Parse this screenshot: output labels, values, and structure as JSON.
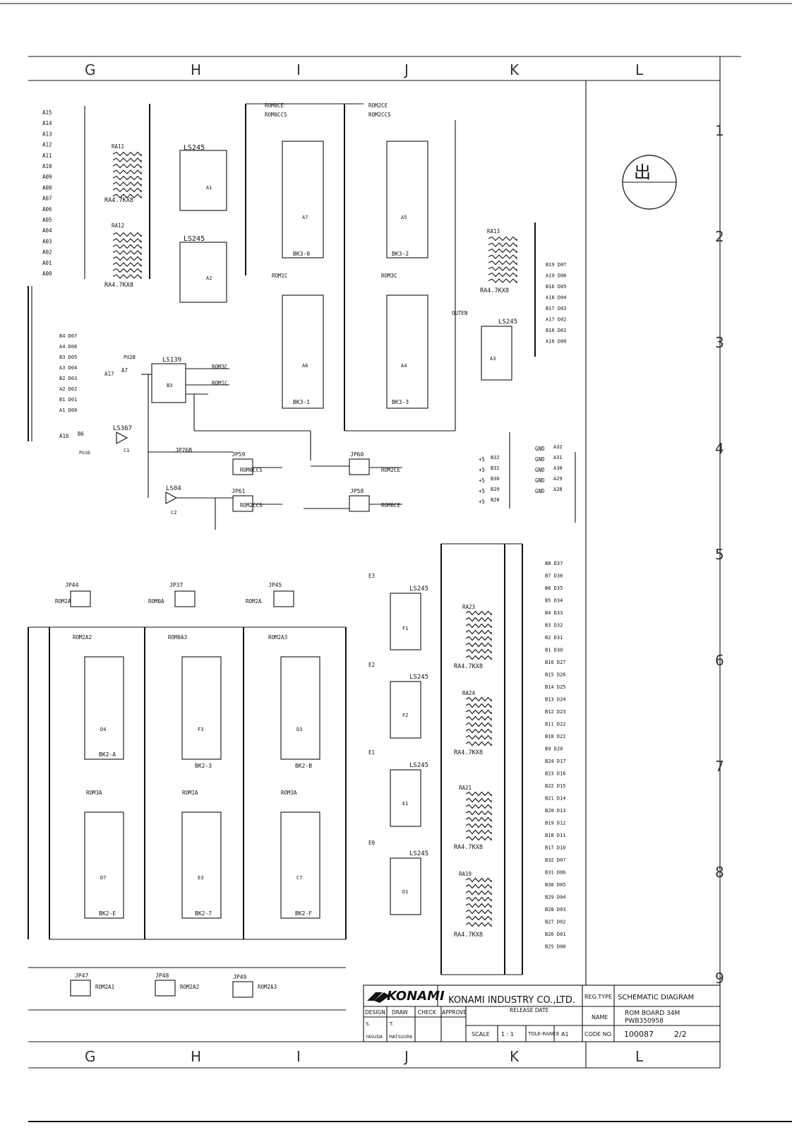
{
  "columns": [
    "G",
    "H",
    "I",
    "J",
    "K",
    "L"
  ],
  "rows": [
    "1",
    "2",
    "3",
    "4",
    "5",
    "6",
    "7",
    "8",
    "9"
  ],
  "components": {
    "ra11": "RA11",
    "ra12": "RA12",
    "ra13": "RA13",
    "ra4kx8": "RA4.7KX8",
    "ls245": "LS245",
    "ls139": "LS139",
    "ls367": "LS367",
    "ls04": "LS04",
    "a1": "A1",
    "a2": "A2",
    "a3": "A3",
    "b3": "B3",
    "c1": "C1",
    "c2": "C2",
    "f1": "F1",
    "f2": "F2",
    "e1": "E1",
    "d1": "D1",
    "a7": "A7",
    "a5": "A5",
    "a6": "A6",
    "a4": "A4",
    "d4": "D4",
    "f3": "F3",
    "d3": "D3",
    "d7": "D7",
    "e3": "E3",
    "c7": "C7",
    "bk3_0": "BK3-0",
    "bk3_2": "BK3-2",
    "bk3_1": "BK3-1",
    "bk3_3": "BK3-3",
    "bk2_a": "BK2-A",
    "bk2_3": "BK2-3",
    "bk2_b": "BK2-B",
    "bk2_e": "BK2-E",
    "bk2_7": "BK2-7",
    "bk2_f": "BK2-F",
    "ra23": "RA23",
    "ra24": "RA24",
    "ra21": "RA21",
    "ra19": "RA19",
    "pu2b": "PU2B",
    "pu1b": "PU1B"
  },
  "jumpers": [
    "JP59",
    "JP60",
    "JP61",
    "JP58",
    "JP76B",
    "JP44",
    "JP37",
    "JP45",
    "JP47",
    "JP48",
    "JP49"
  ],
  "net_labels": {
    "rom0ce": "ROM0CE",
    "rom0ccs": "ROM0CCS",
    "rom2ce": "ROM2CE",
    "rom2ccs": "ROM2CCS",
    "rom1c": "ROM1C",
    "rom3c": "ROM3C",
    "outen": "OUTEN",
    "rom2a": "ROM2A",
    "rom0a": "ROM0A",
    "rom2a2": "ROM2A2",
    "rom0a3": "ROM0A3",
    "rom2a3": "ROM2A3",
    "rom3a": "ROM3A",
    "rom1a": "ROM1A",
    "rom2a1": "ROM2A1",
    "e3": "E3",
    "e2": "E2",
    "e1": "E1",
    "e0": "E0",
    "a16": "A16",
    "a17": "A17",
    "b6": "B6",
    "a7p": "A7",
    "plus5": "+5",
    "gnd": "GND"
  },
  "left_address_pins": [
    "A15",
    "A14",
    "A13",
    "A12",
    "A11",
    "A10",
    "A09",
    "A08",
    "A07",
    "A06",
    "A05",
    "A04",
    "A03",
    "A02",
    "A01",
    "A00"
  ],
  "connector_p3_data_right": [
    "B19 D07",
    "A19 D06",
    "B16 D05",
    "A18 D04",
    "B17 D03",
    "A17 D02",
    "B16 D01",
    "A16 D00"
  ],
  "connector_p3_data_left": [
    "B4 D07",
    "A4 D06",
    "B3 D05",
    "A3 D04",
    "B2 D03",
    "A2 D02",
    "B1 D01",
    "A1 D00"
  ],
  "gnd_pins": [
    "A32",
    "A31",
    "A30",
    "A29",
    "A28"
  ],
  "plus5_pins": [
    "B32",
    "B31",
    "B30",
    "B29",
    "B28"
  ],
  "p4_pins": [
    "B8 D37",
    "B7 D36",
    "B6 D35",
    "B5 D34",
    "B4 D33",
    "B3 D32",
    "B2 D31",
    "B1 D30",
    "B16 D27",
    "B15 D26",
    "B14 D25",
    "B13 D24",
    "B12 D23",
    "B11 D22",
    "B10 D21",
    "B9 D20",
    "B24 D17",
    "B23 D16",
    "B22 D15",
    "B21 D14",
    "B20 D13",
    "B19 D12",
    "B18 D11",
    "B17 D10",
    "B32 D07",
    "B31 D06",
    "B30 D05",
    "B29 D04",
    "B28 D03",
    "B27 D02",
    "B26 D01",
    "B25 D00"
  ],
  "stamp_text": "出",
  "title_block": {
    "brand": "KONAMI",
    "company": "KONAMI INDUSTRY CO.,LTD.",
    "reg_type_label": "REG.TYPE",
    "reg_type": "SCHEMATIC DIAGRAM",
    "name_label": "NAME",
    "name_line1": "ROM BOARD 34M",
    "name_line2": "PWB350958",
    "code_label": "CODE NO.",
    "code_no": "100087",
    "sheet": "2/2",
    "design_label": "DESIGN",
    "draw_label": "DRAW",
    "check_label": "CHECK",
    "approve_label": "APPROVE",
    "release_date_label": "RELEASE DATE",
    "designer_initial": "S.",
    "designer_name": "YASUDA",
    "drawer_initial": "T.",
    "drawer_name": "MATSUURA",
    "scale_label": "SCALE",
    "scale": "1 : 1",
    "tolerance_label": "TOLE-RANCE",
    "size": "A1"
  }
}
